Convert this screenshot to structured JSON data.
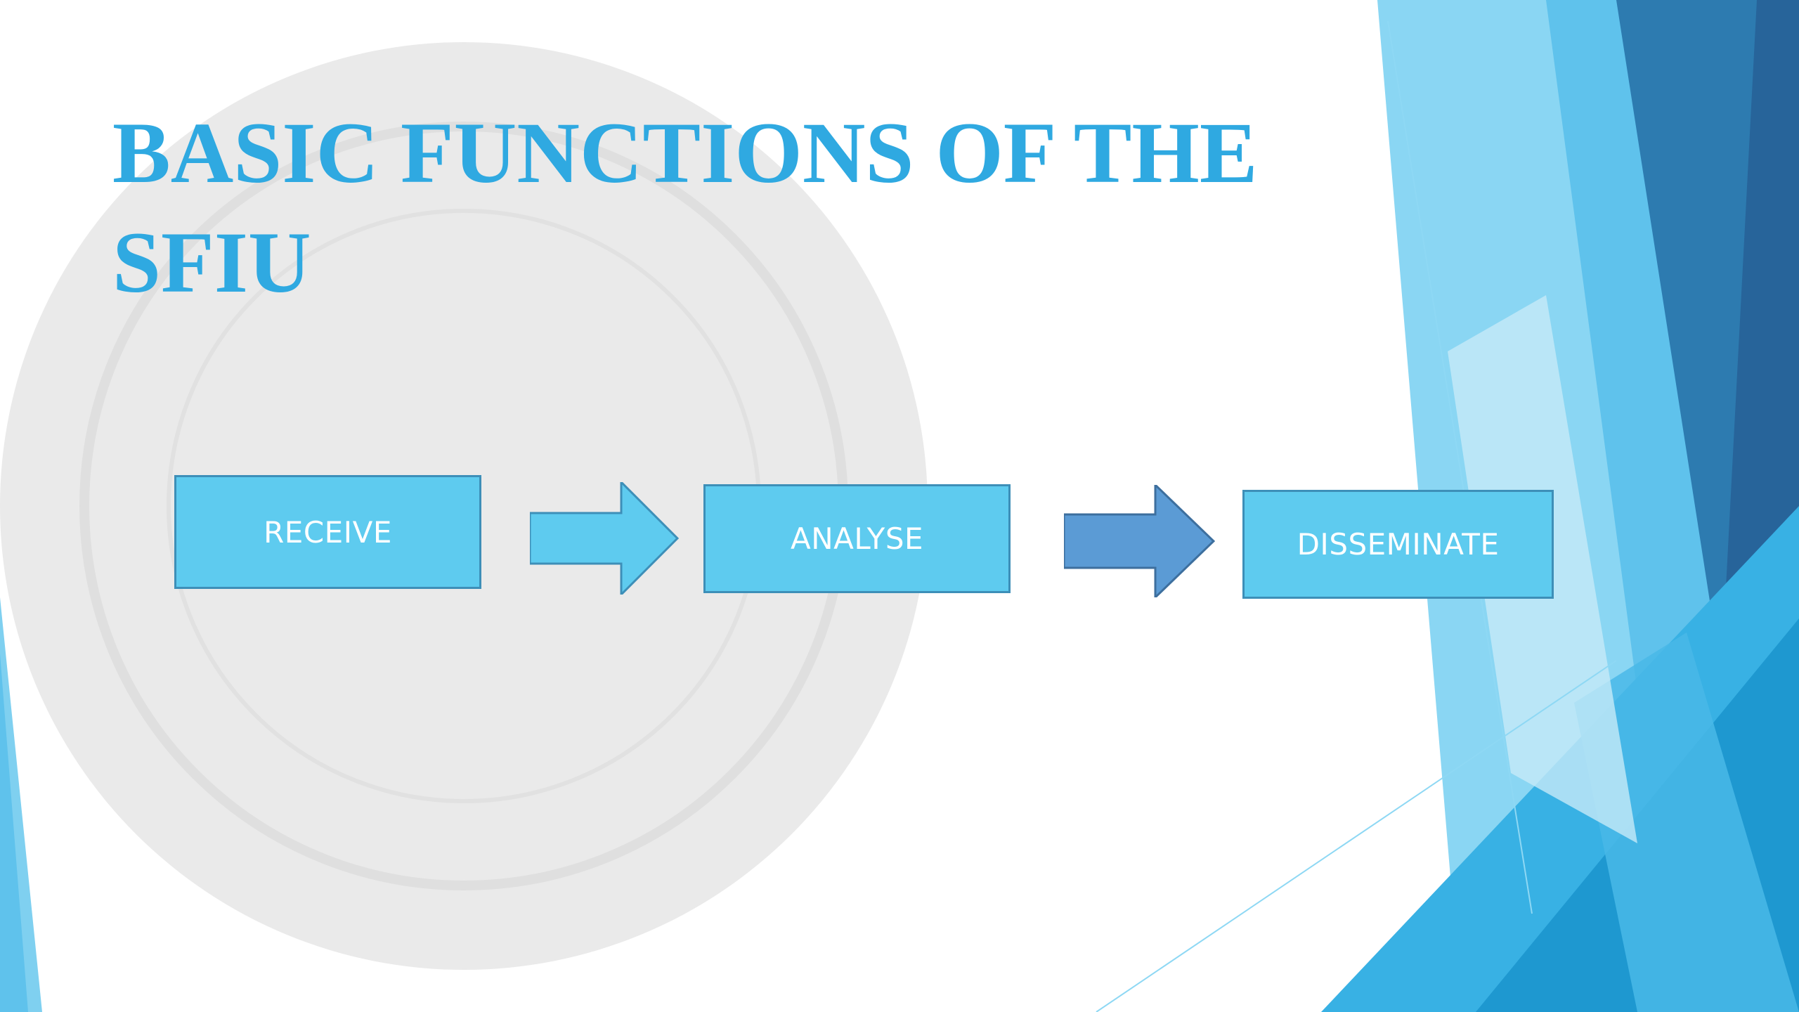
{
  "slide": {
    "title": "BASIC FUNCTIONS OF THE SFIU"
  },
  "diagram": {
    "steps": [
      {
        "label": "RECEIVE"
      },
      {
        "label": "ANALYSE"
      },
      {
        "label": "DISSEMINATE"
      }
    ],
    "arrows": [
      {
        "from": "RECEIVE",
        "to": "ANALYSE",
        "color": "#5ecbef"
      },
      {
        "from": "ANALYSE",
        "to": "DISSEMINATE",
        "color": "#5b9bd5"
      }
    ]
  },
  "colors": {
    "title": "#2fa9e1",
    "box_fill": "#5ecbef",
    "box_border": "#3d8fb8",
    "accent_light": "#7fd0f0",
    "accent_mid": "#38b1e4",
    "accent_dark": "#2b6a9e"
  },
  "icons": {
    "watermark": "seal-watermark-icon",
    "arrow_shape": "right-block-arrow-icon"
  }
}
